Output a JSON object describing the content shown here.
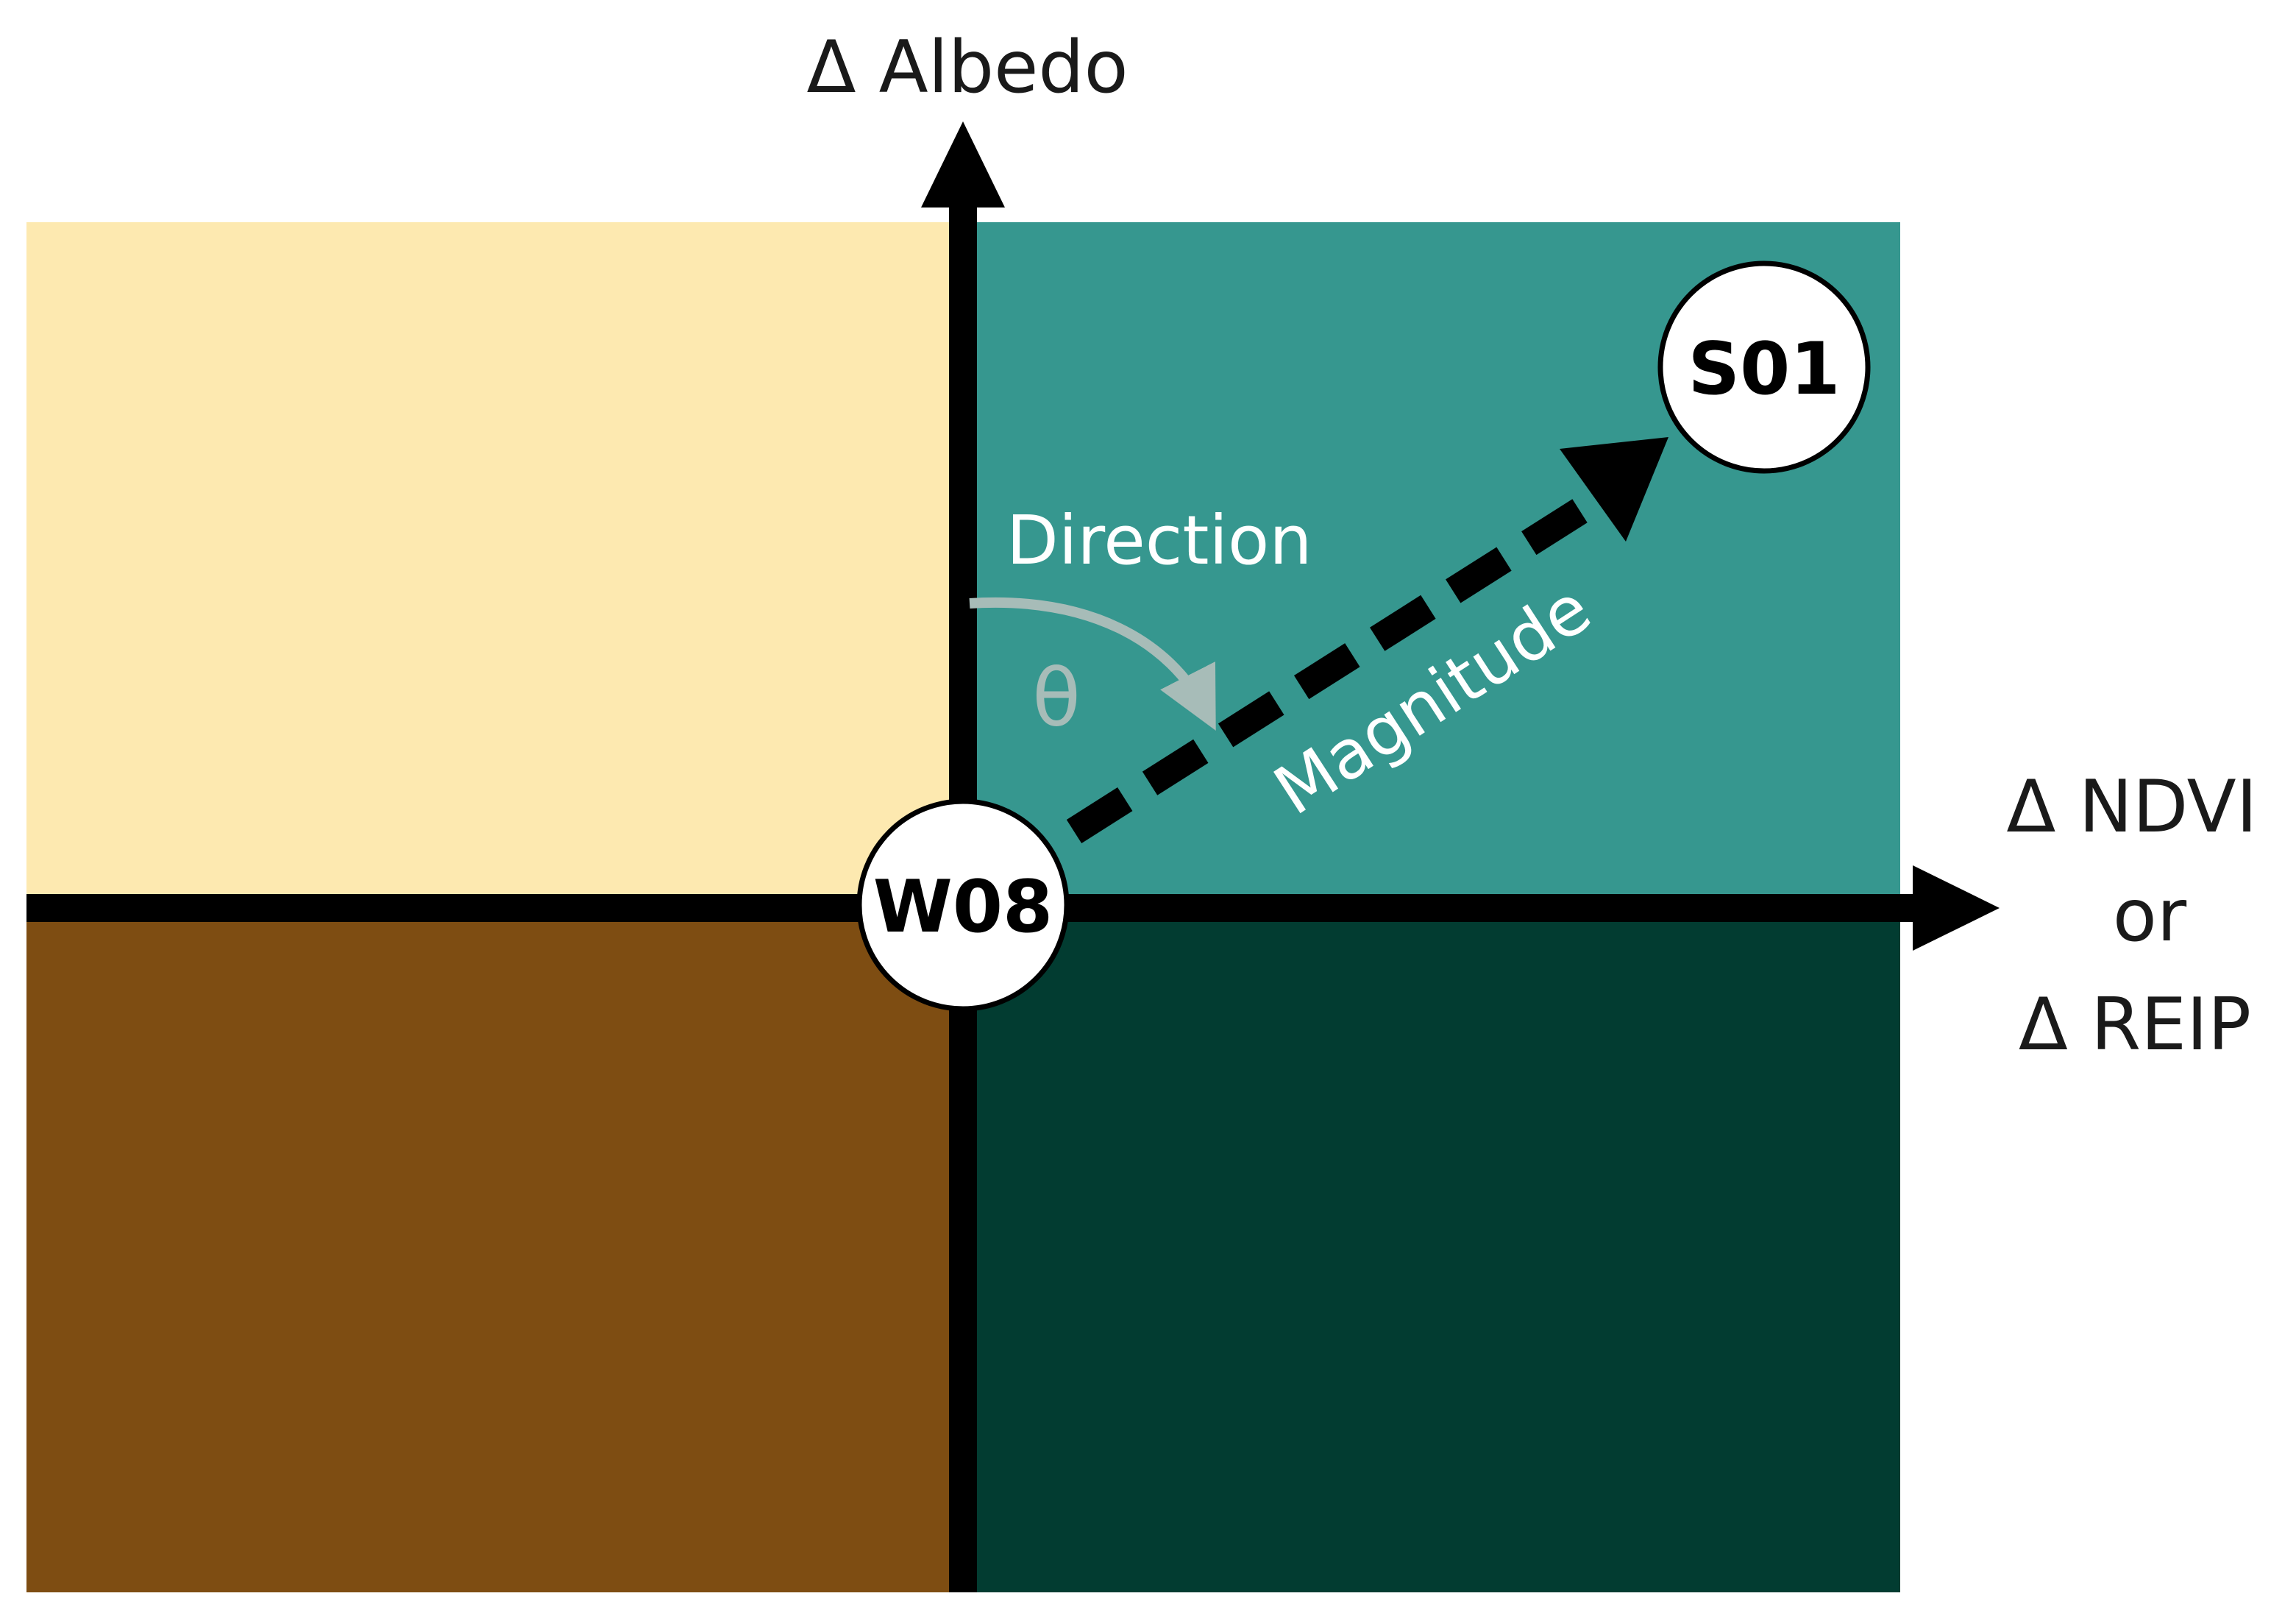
{
  "axes": {
    "y_label": "Δ Albedo",
    "x_label_lines": [
      "Δ NDVI",
      "or",
      "Δ REIP"
    ]
  },
  "nodes": {
    "origin": "W08",
    "target": "S01"
  },
  "annotations": {
    "direction": "Direction",
    "angle": "θ",
    "magnitude": "Magnitude"
  },
  "colors": {
    "quadrant_top_left": "#fde9b0",
    "quadrant_top_right": "#36978f",
    "quadrant_bottom_left": "#7e4d12",
    "quadrant_bottom_right": "#023c31",
    "axis": "#000000",
    "angle_arrow": "#a7bcb8"
  }
}
